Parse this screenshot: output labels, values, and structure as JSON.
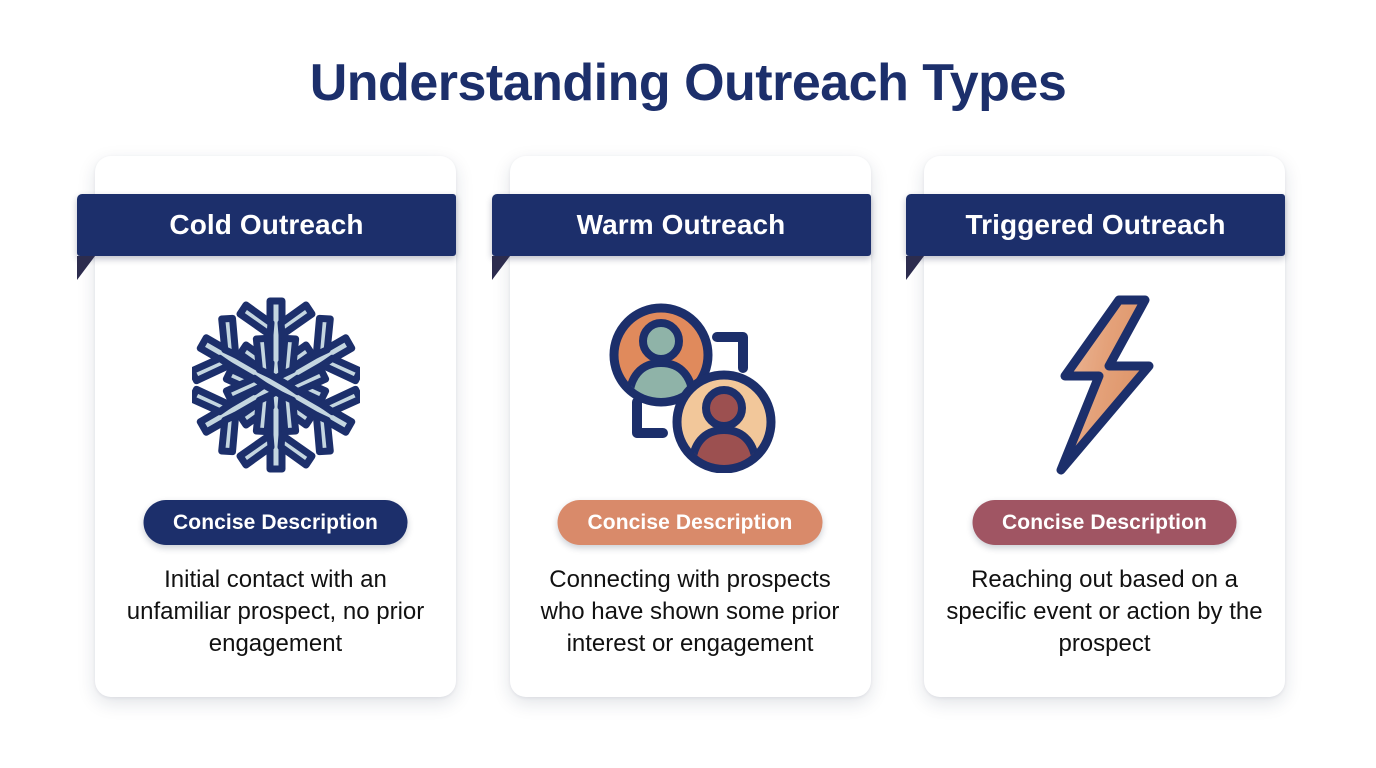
{
  "page": {
    "title": "Understanding Outreach Types",
    "background_color": "#ffffff",
    "title_color": "#1c2f6b"
  },
  "palette": {
    "navy": "#1c2f6b",
    "navy_fold": "#2c2c4e",
    "salmon": "#d98a6a",
    "maroon": "#a05563",
    "snow_light": "#cfdce3",
    "snow_mid": "#b9cdd8",
    "avatar_orange": "#e08a5c",
    "avatar_peach": "#f2c79a",
    "avatar_sage": "#8fb3a8",
    "avatar_brick": "#9c5050",
    "bolt_light": "#e8b293",
    "bolt_dark": "#dd9468",
    "text": "#111111",
    "white": "#ffffff"
  },
  "cards": [
    {
      "id": "cold-outreach",
      "title": "Cold Outreach",
      "icon": "snowflake-icon",
      "pill_label": "Concise Description",
      "pill_color": "#1c2f6b",
      "description": "Initial contact with an unfamiliar prospect, no prior engagement"
    },
    {
      "id": "warm-outreach",
      "title": "Warm Outreach",
      "icon": "two-people-connection-icon",
      "pill_label": "Concise Description",
      "pill_color": "#d98a6a",
      "description": "Connecting with prospects who have shown some prior interest or engagement"
    },
    {
      "id": "triggered-outreach",
      "title": "Triggered Outreach",
      "icon": "lightning-bolt-icon",
      "pill_label": "Concise Description",
      "pill_color": "#a05563",
      "description": "Reaching out based on a specific event or action by the prospect"
    }
  ]
}
